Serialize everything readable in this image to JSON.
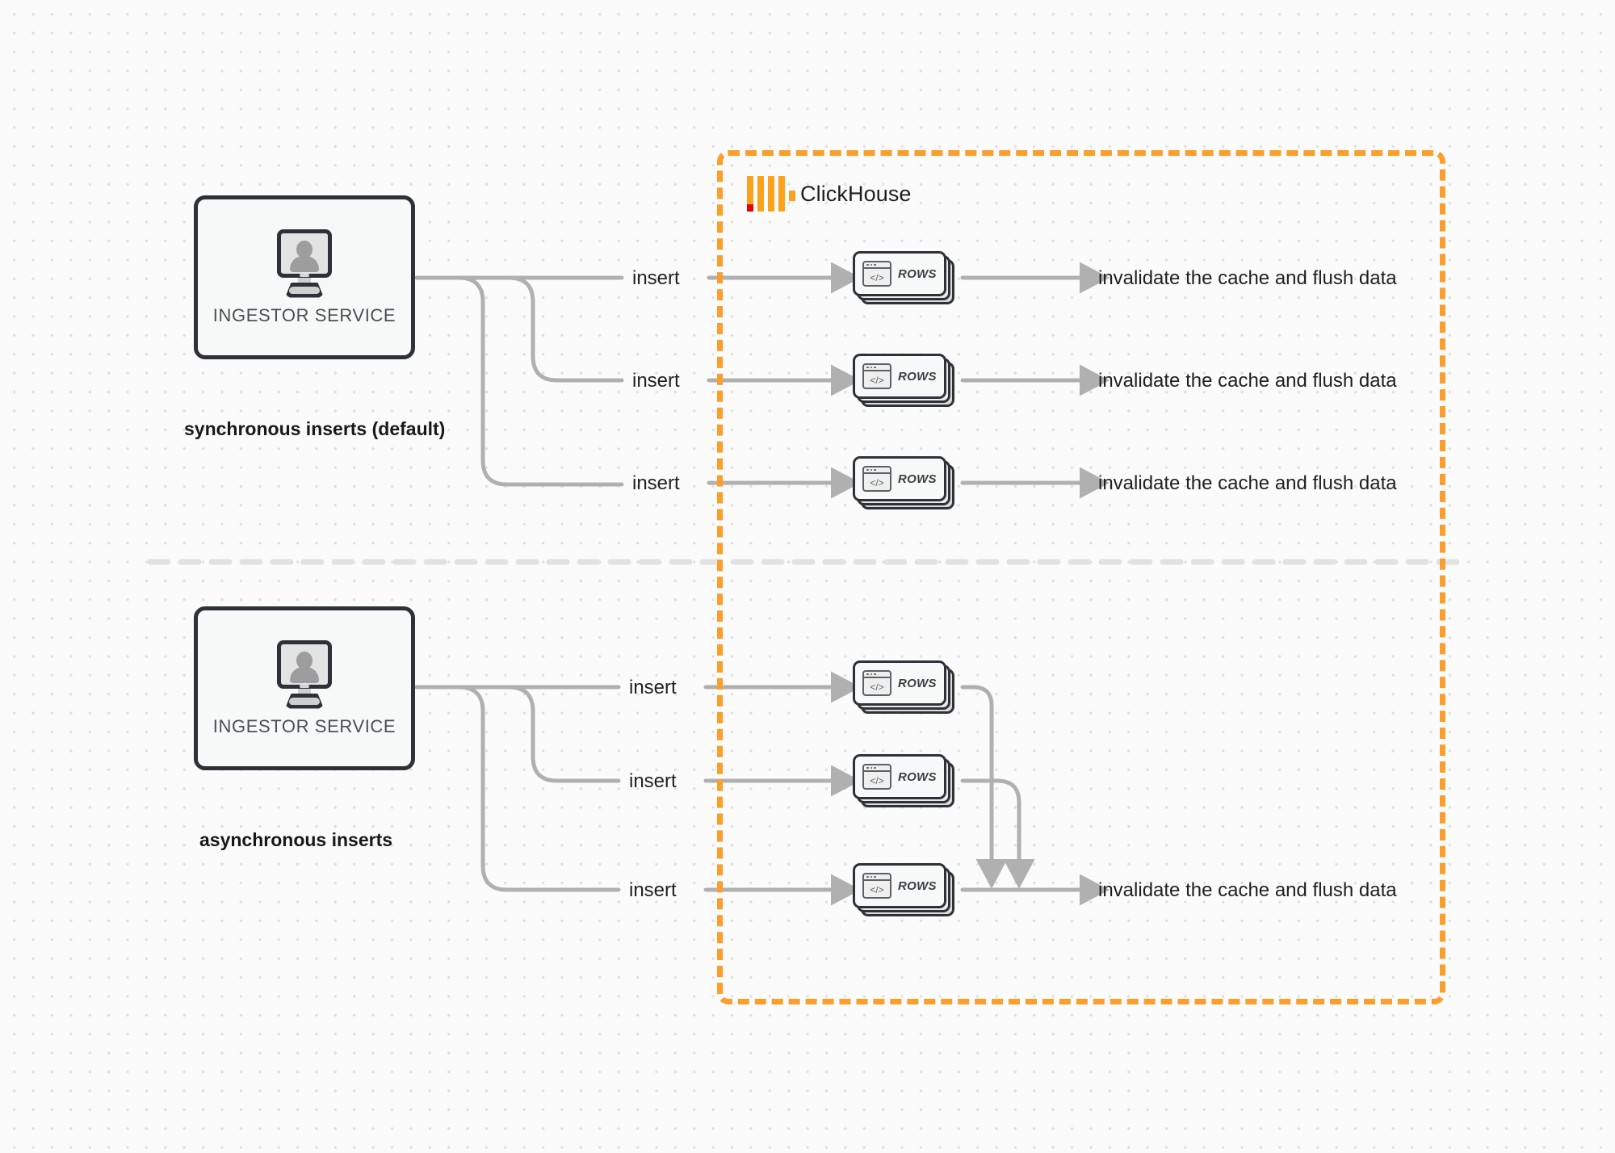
{
  "diagram": {
    "title": "ClickHouse synchronous vs asynchronous inserts",
    "background": "#fbfbfb",
    "accent_orange": "#fb9e2c",
    "wire_gray": "#b0b0b0",
    "ink": "#2e3238"
  },
  "clickhouse": {
    "label": "ClickHouse",
    "logo": {
      "name": "clickhouse-logo",
      "bar_color": "#faa21b",
      "accent_color": "#ee0000",
      "bars": 4
    }
  },
  "sections": [
    {
      "id": "synchronous",
      "caption": "synchronous inserts (default)",
      "ingestor": {
        "label": "INGESTOR SERVICE",
        "icon": "monitor-user-icon"
      },
      "rows": [
        {
          "insert_label": "insert",
          "node_label": "ROWS",
          "result_label": "invalidate the cache and flush data"
        },
        {
          "insert_label": "insert",
          "node_label": "ROWS",
          "result_label": "invalidate the cache and flush data"
        },
        {
          "insert_label": "insert",
          "node_label": "ROWS",
          "result_label": "invalidate the cache and flush data"
        }
      ]
    },
    {
      "id": "asynchronous",
      "caption": "asynchronous inserts",
      "ingestor": {
        "label": "INGESTOR SERVICE",
        "icon": "monitor-user-icon"
      },
      "rows": [
        {
          "insert_label": "insert",
          "node_label": "ROWS"
        },
        {
          "insert_label": "insert",
          "node_label": "ROWS"
        },
        {
          "insert_label": "insert",
          "node_label": "ROWS"
        }
      ],
      "merged_result_label": "invalidate the cache and flush data"
    }
  ],
  "divider": {
    "name": "section-divider",
    "style": "dashed",
    "color": "#e0e0e0"
  }
}
